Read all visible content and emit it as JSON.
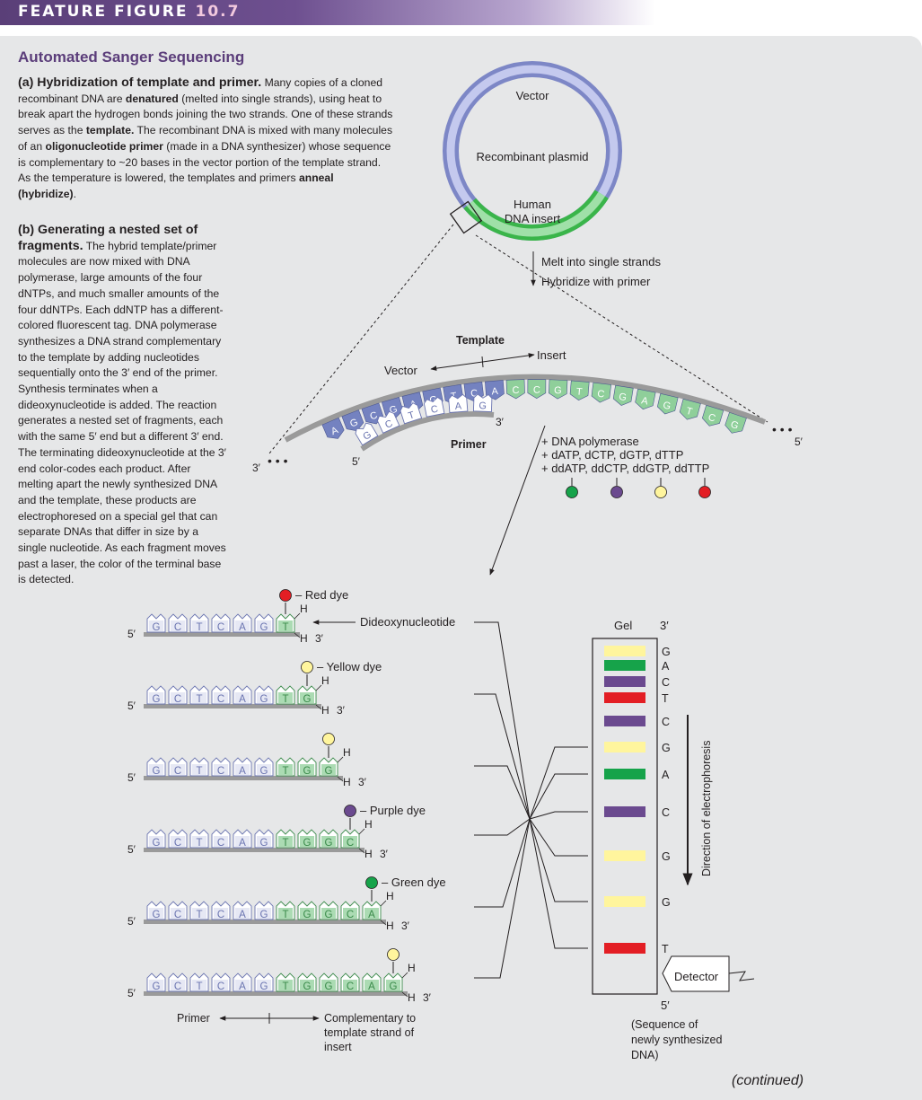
{
  "header": {
    "label": "FEATURE FIGURE",
    "number": "10.7"
  },
  "title": "Automated Sanger Sequencing",
  "panel_a": {
    "heading": "(a) Hybridization of template and primer.",
    "t1": " Many copies of a cloned recombinant DNA are ",
    "b1": "denatured",
    "t2": " (melted into single strands), using heat to break apart the hydrogen bonds joining the two strands. One of these strands serves as the ",
    "b2": "template.",
    "t3": " The recombinant DNA is mixed with many molecules of an ",
    "b3": "oligonucleotide primer",
    "t4": " (made in a DNA synthesizer) whose sequence is complementary to ~20 bases in the vector portion of the template strand. As the temperature is lowered, the templates and primers ",
    "b4": "anneal (hybridize)",
    "t5": "."
  },
  "panel_b": {
    "heading": "(b) Generating a nested set of fragments.",
    "body": " The hybrid template/primer molecules are now mixed with DNA polymerase, large amounts of the four dNTPs, and much smaller amounts of the four ddNTPs. Each ddNTP has a different-colored fluorescent tag. DNA polymerase synthesizes a DNA strand complementary to the template by adding nucleotides sequentially onto the 3′ end of the primer. Synthesis terminates when a dideoxynucleotide is added. The reaction generates a nested set of fragments, each with the same 5′ end but a different 3′ end. The terminating dideoxynucleotide at the 3′ end color-codes each product. After melting apart the newly synthesized DNA and the template, these products are electrophoresed on a special gel that can separate DNAs that differ in size by a single nucleotide. As each fragment moves past a laser, the color of the terminal base is detected."
  },
  "plasmid": {
    "vector": "Vector",
    "name": "Recombinant plasmid",
    "insert_line1": "Human",
    "insert_line2": "DNA insert",
    "melt": "Melt into single strands",
    "hybridize": "Hybridize with primer"
  },
  "hybrid": {
    "template": "Template",
    "vector": "Vector",
    "insert": "Insert",
    "primer": "Primer",
    "three_left": "3′",
    "five_right": "5′",
    "five_primer": "5′",
    "three_primer": "3′",
    "template_bases": [
      "A",
      "G",
      "C",
      "G",
      "A",
      "G",
      "T",
      "C",
      "A",
      "C",
      "C",
      "G",
      "T",
      "C",
      "G",
      "A",
      "G",
      "T",
      "C",
      "G"
    ],
    "primer_bases": [
      "G",
      "C",
      "T",
      "C",
      "A",
      "G"
    ]
  },
  "reagents": [
    "+ DNA polymerase",
    "+ dATP, dCTP, dGTP, dTTP",
    "+ ddATP, ddCTP, ddGTP, ddTTP"
  ],
  "fragments": {
    "dideoxy_label": "Dideoxynucleotide",
    "dyes": [
      "– Red dye",
      "– Yellow dye",
      "",
      "– Purple dye",
      "– Green dye",
      ""
    ],
    "sequences": [
      [
        "G",
        "C",
        "T",
        "C",
        "A",
        "G",
        "T"
      ],
      [
        "G",
        "C",
        "T",
        "C",
        "A",
        "G",
        "T",
        "G"
      ],
      [
        "G",
        "C",
        "T",
        "C",
        "A",
        "G",
        "T",
        "G",
        "G"
      ],
      [
        "G",
        "C",
        "T",
        "C",
        "A",
        "G",
        "T",
        "G",
        "G",
        "C"
      ],
      [
        "G",
        "C",
        "T",
        "C",
        "A",
        "G",
        "T",
        "G",
        "G",
        "C",
        "A"
      ],
      [
        "G",
        "C",
        "T",
        "C",
        "A",
        "G",
        "T",
        "G",
        "G",
        "C",
        "A",
        "G"
      ]
    ],
    "h": "H",
    "five": "5′",
    "three": "3′",
    "primer": "Primer",
    "complementary_line1": "Complementary to",
    "complementary_line2": "template strand of",
    "complementary_line3": "insert"
  },
  "gel": {
    "title": "Gel",
    "three": "3′",
    "five": "5′",
    "bases": [
      "G",
      "A",
      "C",
      "T",
      "C",
      "G",
      "A",
      "C",
      "G",
      "G",
      "T"
    ],
    "direction": "Direction of electrophoresis",
    "detector": "Detector",
    "sequence_line1": "(Sequence of",
    "sequence_line2": "newly synthesized",
    "sequence_line3": "DNA)"
  },
  "colors": {
    "red": "#e31e24",
    "yellow": "#fff59d",
    "purple": "#6b4a8f",
    "green": "#16a34a",
    "primer_blue": "#b6bde0",
    "template_blue": "#7482c0",
    "complement_green": "#8fcf9a"
  },
  "continued": "(continued)"
}
